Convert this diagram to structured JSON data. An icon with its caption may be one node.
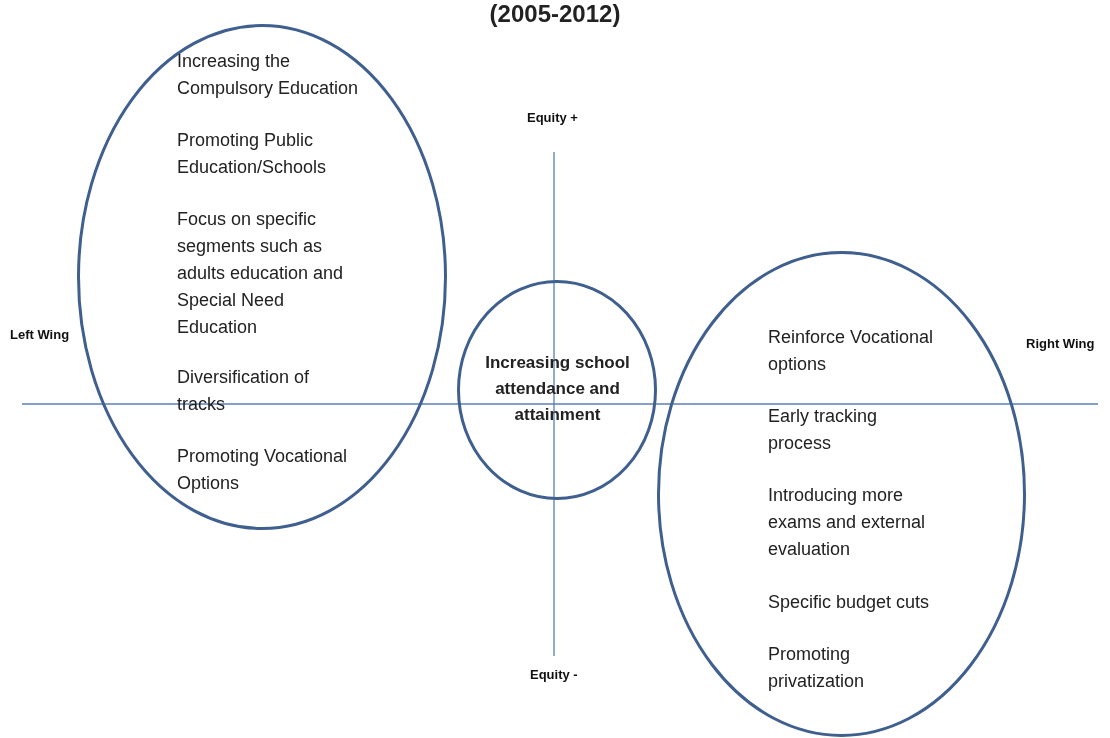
{
  "diagram": {
    "title": "(2005-2012)",
    "nodes": [
      {
        "text": [
          "Increasing the Compulsory Education",
          "Promoting Public Education/Schools",
          "Focus on specific segments such as adults education and Special Need Education",
          "Diversification of tracks",
          "Promoting Vocational Options"
        ]
      },
      {
        "text": [
          "Increasing school attendance and attainment"
        ]
      },
      {
        "text": [
          "Reinforce Vocational options",
          "Early tracking process",
          "Introducing more exams and external evaluation",
          "Specific budget cuts",
          "Promoting privatization"
        ]
      }
    ],
    "edges": [],
    "labels": [
      "Equity +",
      "Left Wing",
      "Right Wing",
      "Equity -"
    ]
  }
}
